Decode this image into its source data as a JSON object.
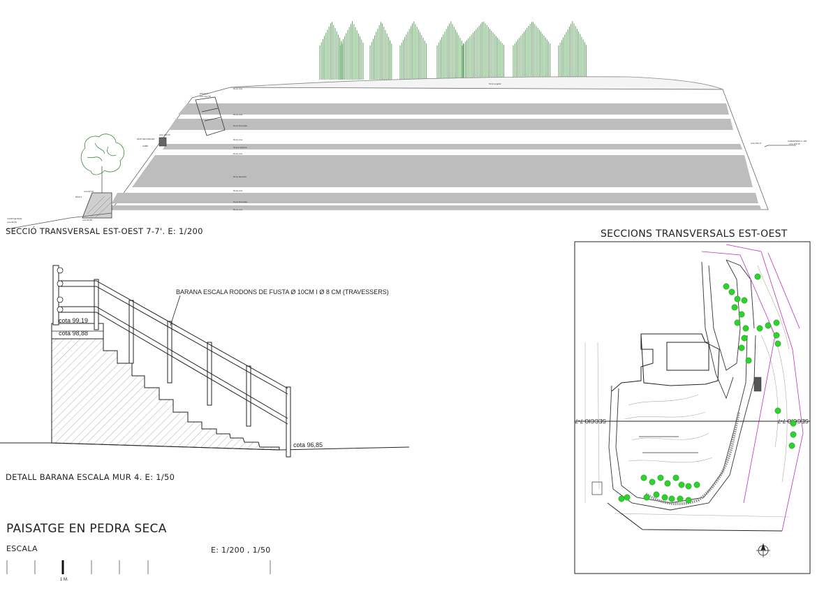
{
  "section": {
    "caption": "SECCIÓ TRANSVERSAL EST-OEST 7-7'. E: 1/200",
    "label_escala": "ESCALA",
    "label_mur_secundari": "MUR SECUNDARI",
    "label_mur": "MUR 4",
    "label_camp": "CAMP DE BASI",
    "label_carretera": "CARRETERA C-100"
  },
  "detail": {
    "caption": "DETALL BARANA ESCALA MUR 4. E: 1/50",
    "callout": "BARANA ESCALA RODONS DE FUSTA Ø 10CM I Ø 8 CM (TRAVESSERS)",
    "cota_top": "cota 99,19",
    "cota_mid": "cota 98,88",
    "cota_bottom": "cota 96,85"
  },
  "plan": {
    "title": "SECCIONS TRANSVERSALS EST-OEST",
    "section_left": "SECCIO 7-7'",
    "section_right": "SECCIO 7-7"
  },
  "footer": {
    "title": "PAISATGE EN PEDRA SECA",
    "scale_label": "ESCALA",
    "scale_values": "E: 1/200 , 1/50",
    "scale_unit": "1 M."
  }
}
